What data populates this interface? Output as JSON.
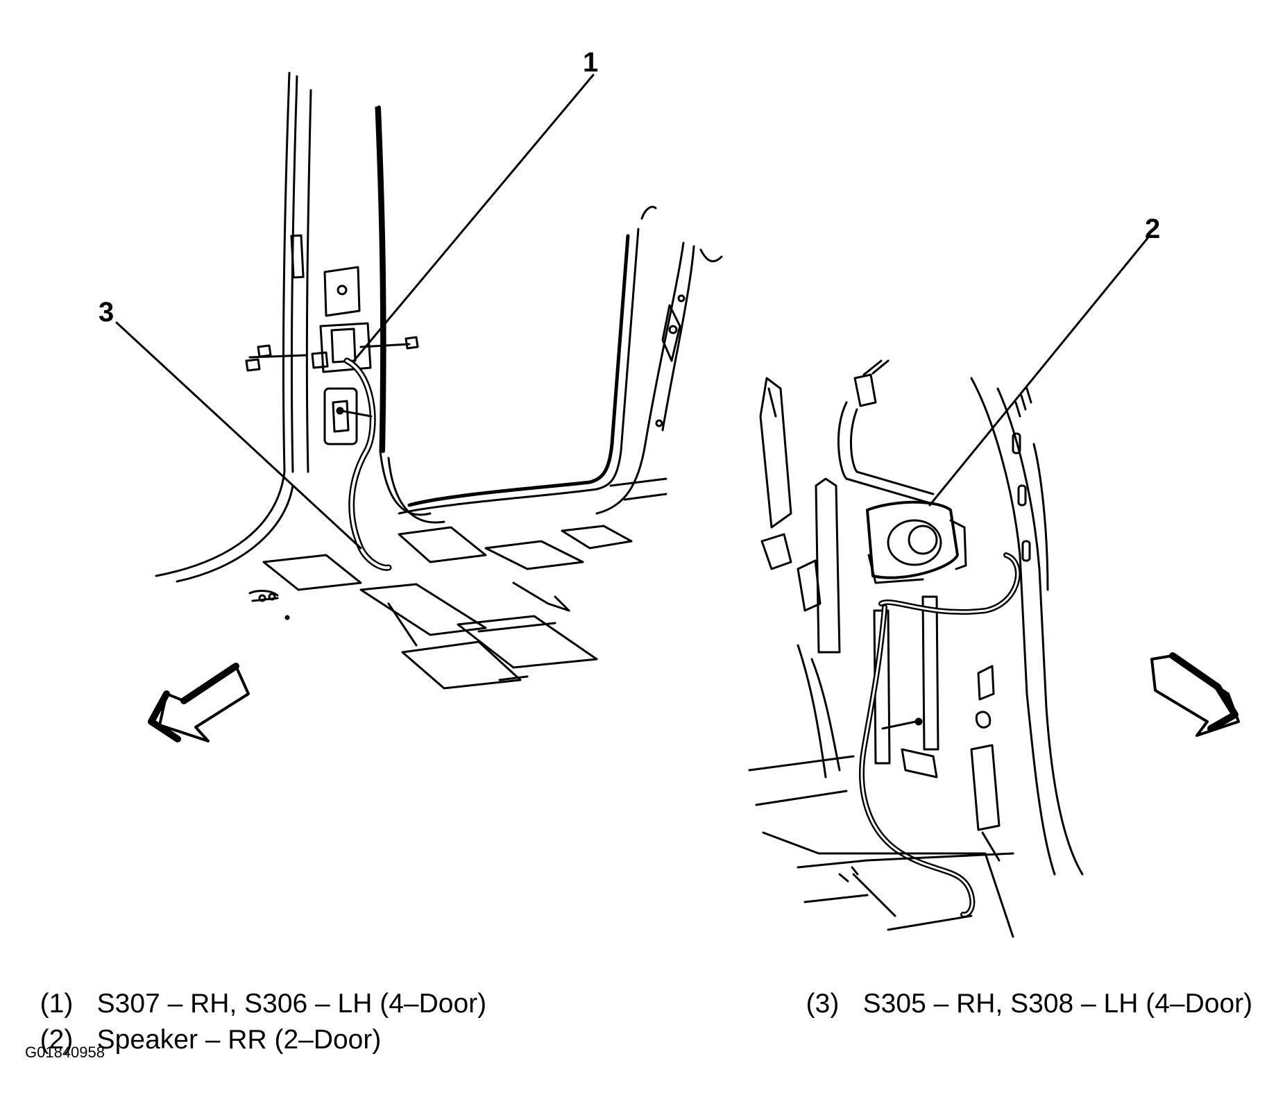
{
  "callouts": {
    "c1": "1",
    "c2": "2",
    "c3": "3"
  },
  "legend": [
    {
      "num": "(1)",
      "text": "S307 – RH, S306 – LH (4–Door)"
    },
    {
      "num": "(2)",
      "text": "Speaker – RR (2–Door)"
    },
    {
      "num": "(3)",
      "text": "S305 – RH, S308 – LH (4–Door)"
    }
  ],
  "figure_id": "G01840958",
  "colors": {
    "line": "#000000",
    "background": "#ffffff"
  },
  "icons": [
    "forward-arrow-left-icon",
    "forward-arrow-right-icon"
  ]
}
